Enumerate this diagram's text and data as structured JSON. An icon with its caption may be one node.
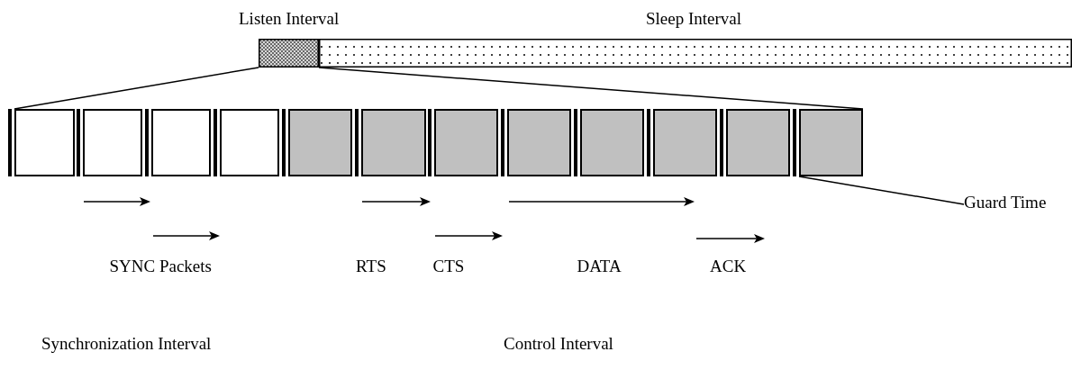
{
  "diagram": {
    "nodes": [
      {
        "text": [
          "Listen Interval"
        ]
      },
      {
        "text": [
          "Sleep Interval"
        ]
      },
      {
        "text": [],
        "shape": "box"
      },
      {
        "text": [],
        "shape": "box"
      },
      {
        "text": [],
        "shape": "box"
      },
      {
        "text": [],
        "shape": "box"
      },
      {
        "text": [],
        "shape": "box"
      },
      {
        "text": [],
        "shape": "box"
      },
      {
        "text": [],
        "shape": "box"
      },
      {
        "text": [],
        "shape": "box"
      },
      {
        "text": [],
        "shape": "box"
      },
      {
        "text": [],
        "shape": "box"
      },
      {
        "text": [],
        "shape": "box"
      },
      {
        "text": [],
        "shape": "box"
      },
      {
        "text": [
          "Guard Time"
        ]
      }
    ],
    "edges": [
      {
        "from": 0,
        "to": 2,
        "arrow": "none"
      },
      {
        "from": 0,
        "to": 13,
        "arrow": "none"
      },
      {
        "from": 14,
        "to": 13,
        "arrow": "none"
      }
    ],
    "labels": [
      "SYNC Packets",
      "RTS",
      "CTS",
      "DATA",
      "ACK",
      "Synchronization Interval",
      "Control Interval"
    ]
  }
}
